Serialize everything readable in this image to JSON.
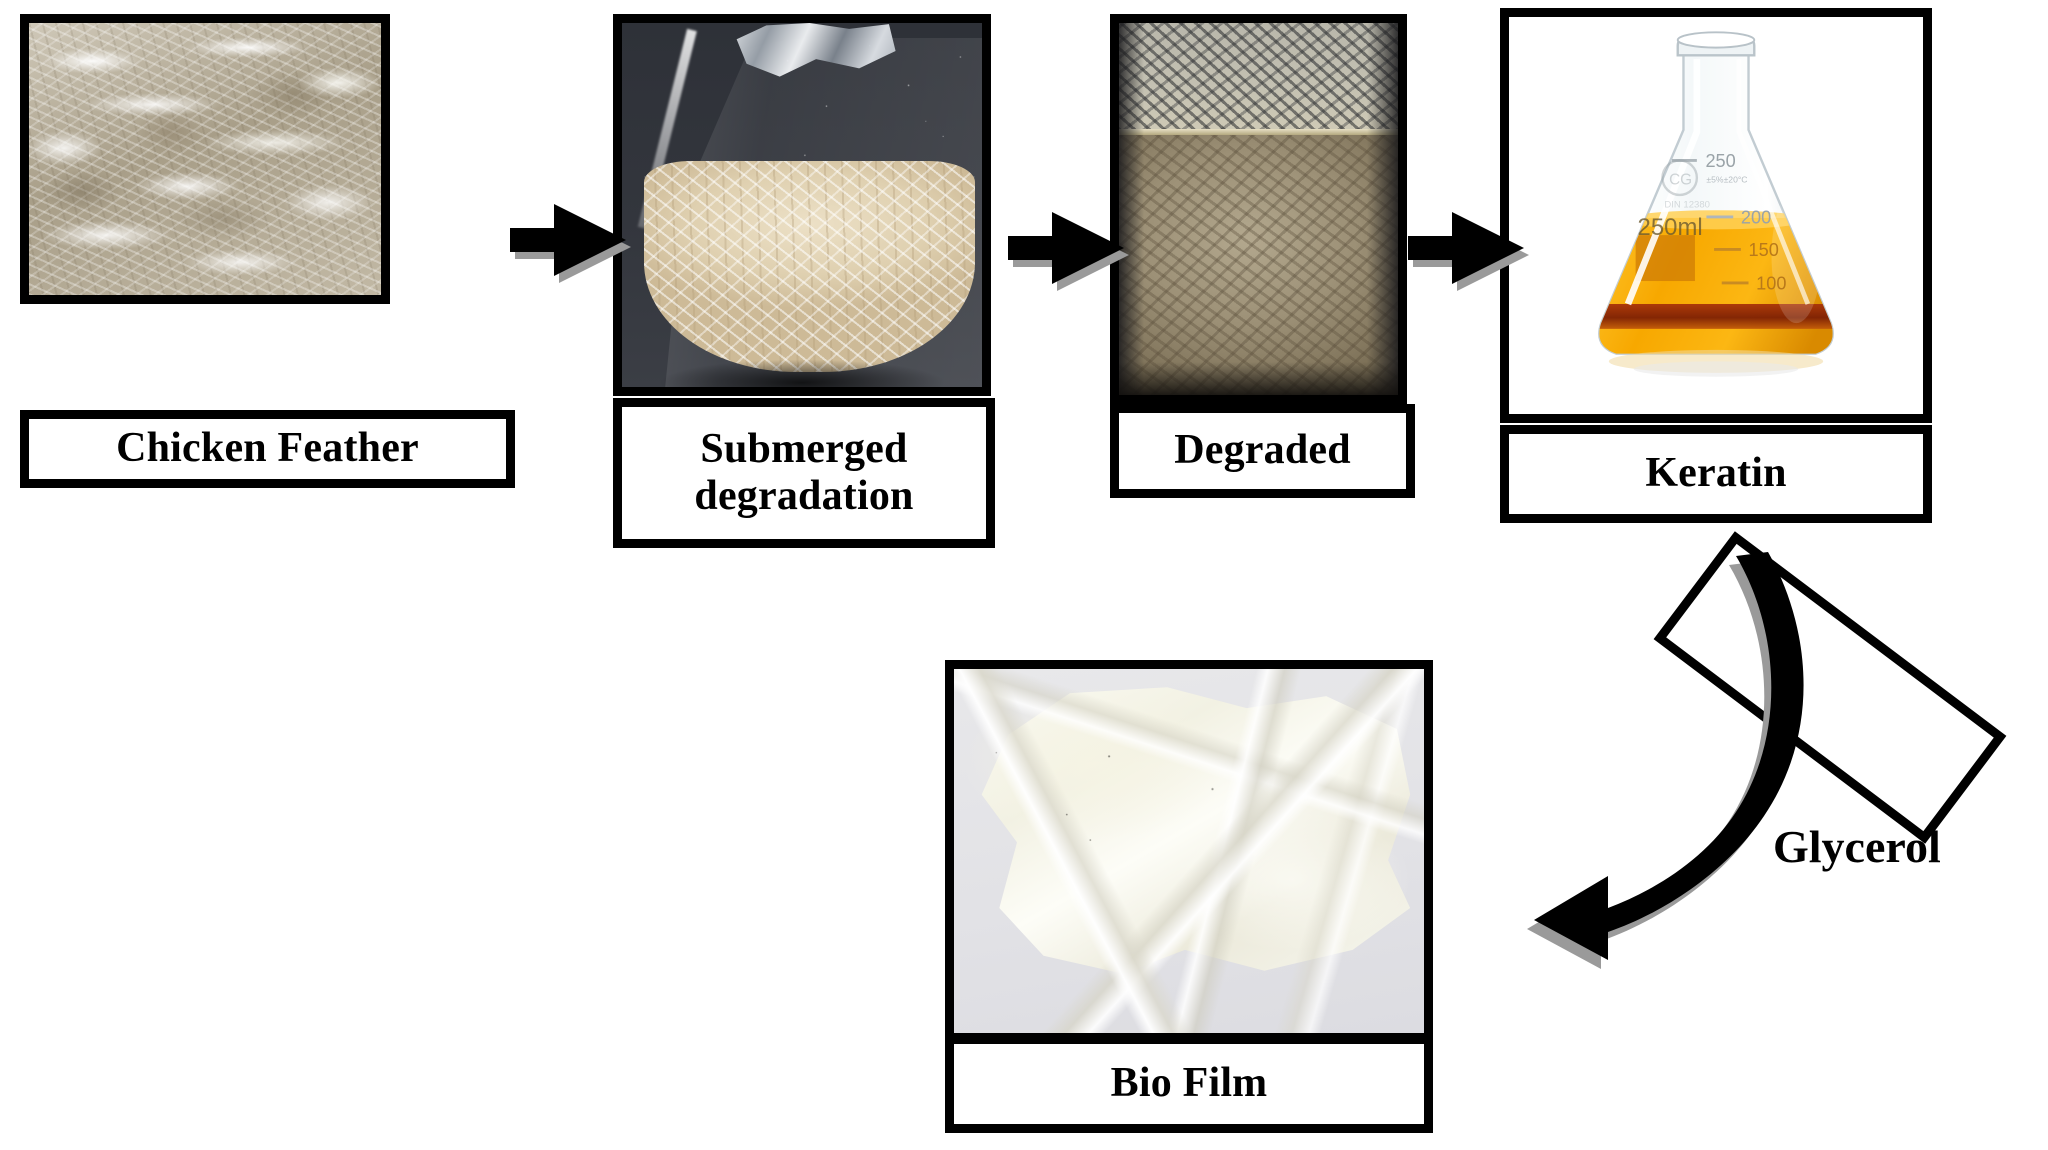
{
  "diagram": {
    "title": "Chicken feather keratin to bio film process flow",
    "background_color": "#ffffff",
    "line_color": "#000000",
    "shadow_color": "#9a9a9a"
  },
  "steps": [
    {
      "id": "chicken-feather",
      "label": "Chicken Feather",
      "image_alt": "Pile of white and brown chicken feathers"
    },
    {
      "id": "submerged-degradation",
      "label": "Submerged\ndegradation",
      "image_alt": "Erlenmeyer flask with foil cap containing feathers in cloudy broth on a dark bench"
    },
    {
      "id": "degraded",
      "label": "Degraded",
      "image_alt": "Vessel of degraded brown feather slurry"
    },
    {
      "id": "keratin",
      "label": "Keratin",
      "image_alt": "250 ml Erlenmeyer flask holding amber keratin solution",
      "flask": {
        "volume_label": "250ml",
        "graduations": [
          "250",
          "200",
          "150",
          "100"
        ],
        "liquid_color": "#f5a800",
        "liquid_dark_color": "#9c2b06"
      }
    },
    {
      "id": "bio-film",
      "label": "Bio Film",
      "image_alt": "Translucent off-white keratin bio film sheet"
    }
  ],
  "connectors": [
    {
      "id": "arrow-feather-to-submerged",
      "type": "block-arrow",
      "direction": "right"
    },
    {
      "id": "arrow-submerged-to-degraded",
      "type": "block-arrow",
      "direction": "right"
    },
    {
      "id": "arrow-degraded-to-keratin",
      "type": "block-arrow",
      "direction": "right"
    },
    {
      "id": "arrow-keratin-to-biofilm",
      "type": "curved-arrow",
      "direction": "down-left"
    }
  ],
  "additive": {
    "id": "glycerol",
    "label": "Glycerol",
    "box_rotation_deg": -37
  }
}
